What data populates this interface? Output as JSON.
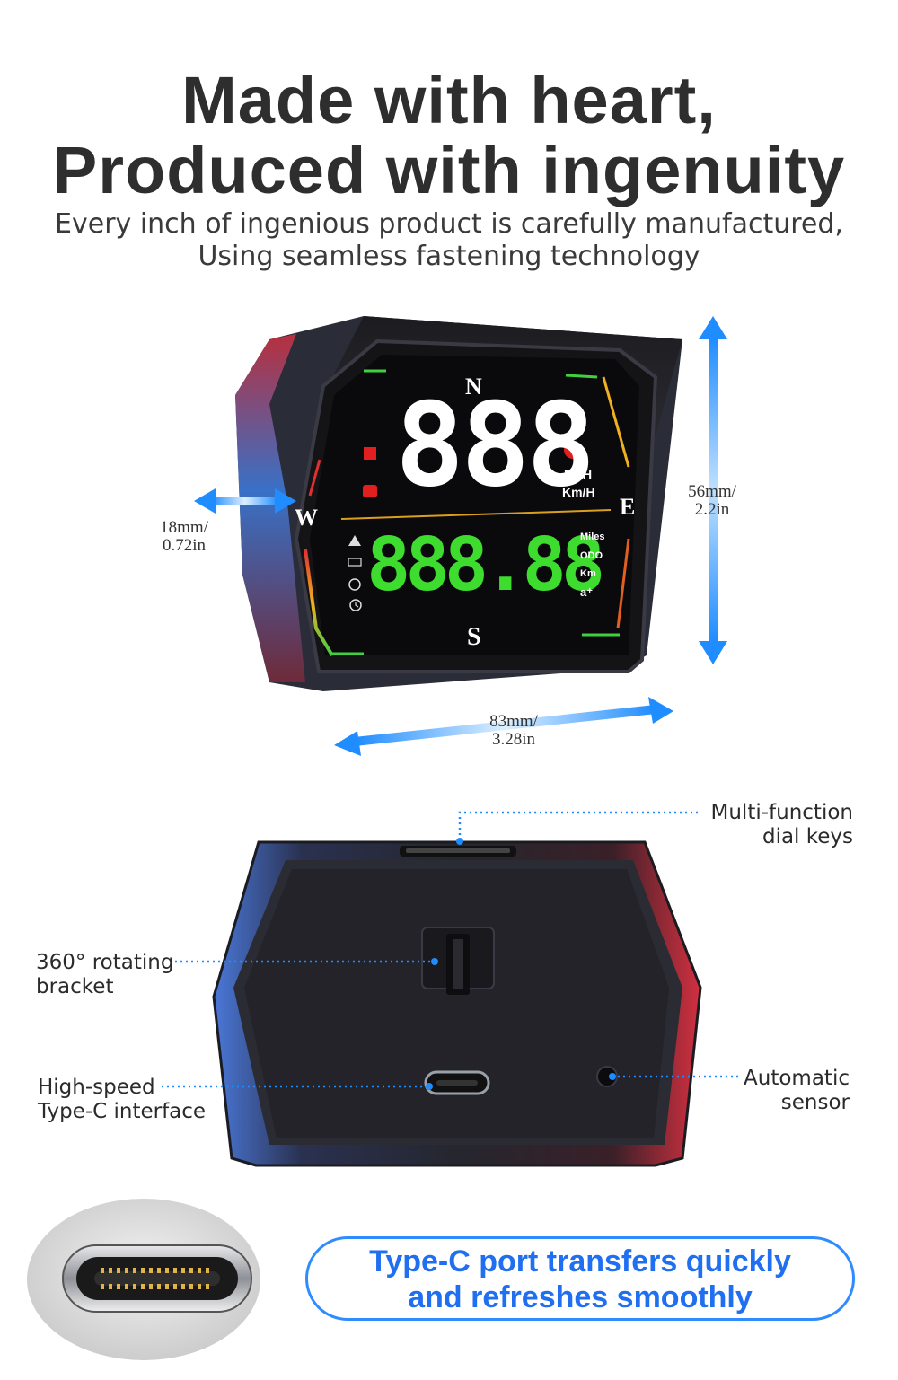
{
  "header": {
    "title_line1": "Made with heart,",
    "title_line2": "Produced with ingenuity",
    "subtitle_line1": "Every inch of ingenious product is carefully manufactured,",
    "subtitle_line2": "Using seamless fastening technology"
  },
  "front_view": {
    "display": {
      "compass_n": "N",
      "compass_s": "S",
      "compass_e": "E",
      "compass_w": "W",
      "speed_digits": "888",
      "unit_mph": "MPH",
      "unit_kmh": "Km/H",
      "odo_digits": "888.88",
      "label_miles": "Miles",
      "label_odo": "ODO",
      "label_km": "Km",
      "label_a": "a⁺"
    },
    "dimensions": {
      "depth_line1": "18mm/",
      "depth_line2": "0.72in",
      "height_line1": "56mm/",
      "height_line2": "2.2in",
      "width_line1": "83mm/",
      "width_line2": "3.28in"
    }
  },
  "back_view": {
    "callouts": {
      "dial_keys_line1": "Multi-function",
      "dial_keys_line2": "dial keys",
      "bracket_line1": "360° rotating",
      "bracket_line2": "bracket",
      "typec_line1": "High-speed",
      "typec_line2": "Type-C interface",
      "sensor_line1": "Automatic",
      "sensor_line2": "sensor"
    }
  },
  "banner": {
    "line1": "Type-C port transfers quickly",
    "line2": "and refreshes smoothly"
  },
  "colors": {
    "accent_blue": "#1f8cff",
    "speed_white": "#ffffff",
    "odo_green": "#3ddc2f",
    "warning_red": "#e02020"
  }
}
